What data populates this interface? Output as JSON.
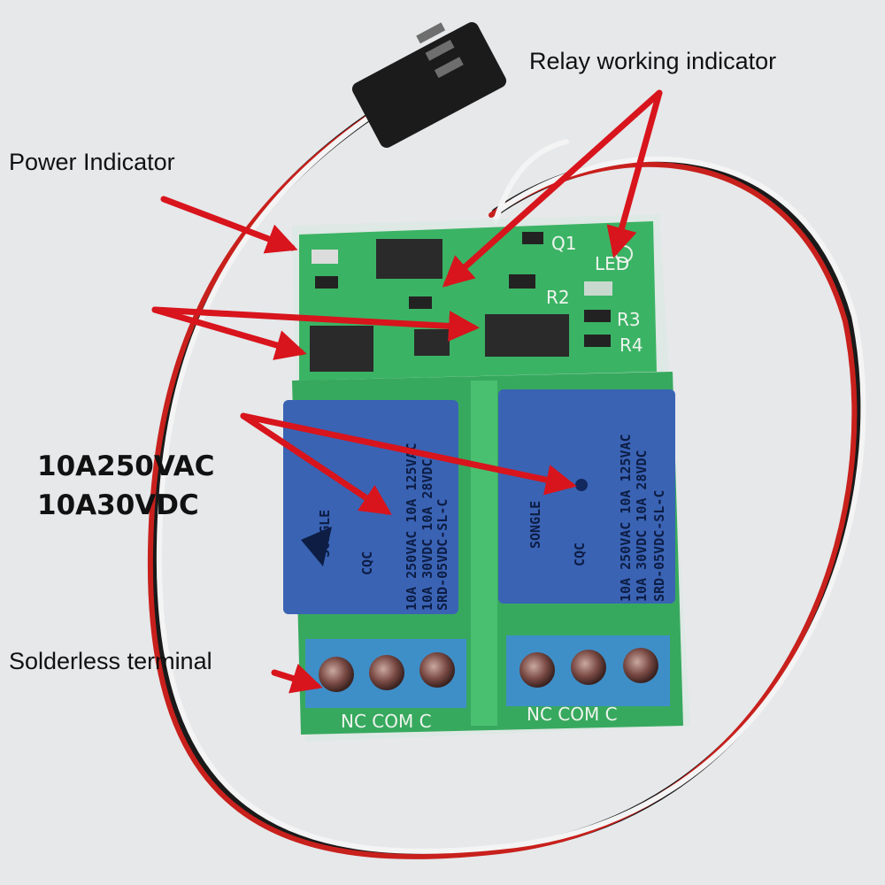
{
  "annotations": {
    "relay_indicator": "Relay working indicator",
    "power_indicator": "Power Indicator",
    "rating_line1": "10A250VAC",
    "rating_line2": "10A30VDC",
    "terminal": "Solderless terminal"
  },
  "board": {
    "silkscreen": {
      "q1": "Q1",
      "r2": "R2",
      "r3": "R3",
      "r4": "R4",
      "led": "LED",
      "terminal_left": "NC COM C",
      "terminal_right": "NC COM C"
    },
    "relay": {
      "model": "SRD-05VDC-SL-C",
      "brand": "SONGLE",
      "spec1": "10A 250VAC  10A 125VAC",
      "spec2": "10A 30VDC  10A 28VDC",
      "cqc": "CQC"
    }
  },
  "colors": {
    "pcb": "#3bb364",
    "relay": "#3a63b4",
    "terminal": "#3e8fc8",
    "arrow": "#d8141c",
    "wire_red": "#c8201c",
    "wire_white": "#f4f4f4",
    "wire_black": "#1a1a1a"
  }
}
